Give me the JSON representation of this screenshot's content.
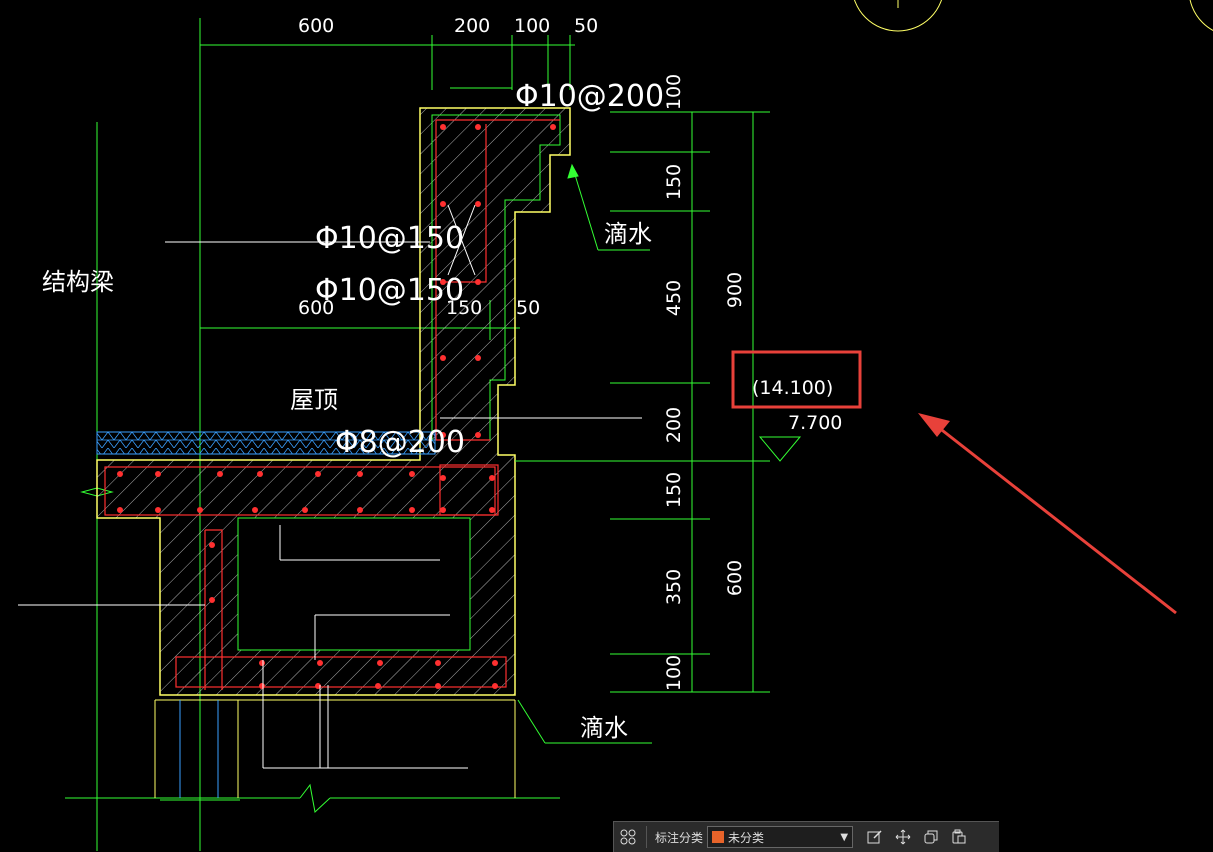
{
  "colors": {
    "background": "#000000",
    "concrete_outline": "#ffff66",
    "dimension": "#33ff33",
    "rebar": "#ff3030",
    "text": "#ffffff",
    "leader": "#ffffff",
    "insulation": "#3aa0ff",
    "highlight": "#e8413a",
    "category_swatch": "#e8642a"
  },
  "drawing": {
    "top_dims": [
      "600",
      "200",
      "100",
      "50"
    ],
    "mid_dims": [
      "600",
      "150",
      "50"
    ],
    "right_dims": [
      "100",
      "150",
      "450",
      "200",
      "150",
      "350",
      "100"
    ],
    "total_dims": [
      "900",
      "600"
    ],
    "labels": {
      "beam": "结构梁",
      "roof": "屋顶",
      "rebar_top": "Φ10@200",
      "rebar_1": "Φ10@150",
      "rebar_2": "Φ10@150",
      "rebar_3": "Φ8@200",
      "drip_1": "滴水",
      "drip_2": "滴水",
      "elev_highlight": "(14.100)",
      "elev_main": "7.700"
    }
  },
  "toolbar": {
    "category_label": "标注分类",
    "category_value": "未分类",
    "icons": [
      "grid-icon",
      "edit-icon",
      "move-icon",
      "copy-icon",
      "paste-icon"
    ]
  }
}
